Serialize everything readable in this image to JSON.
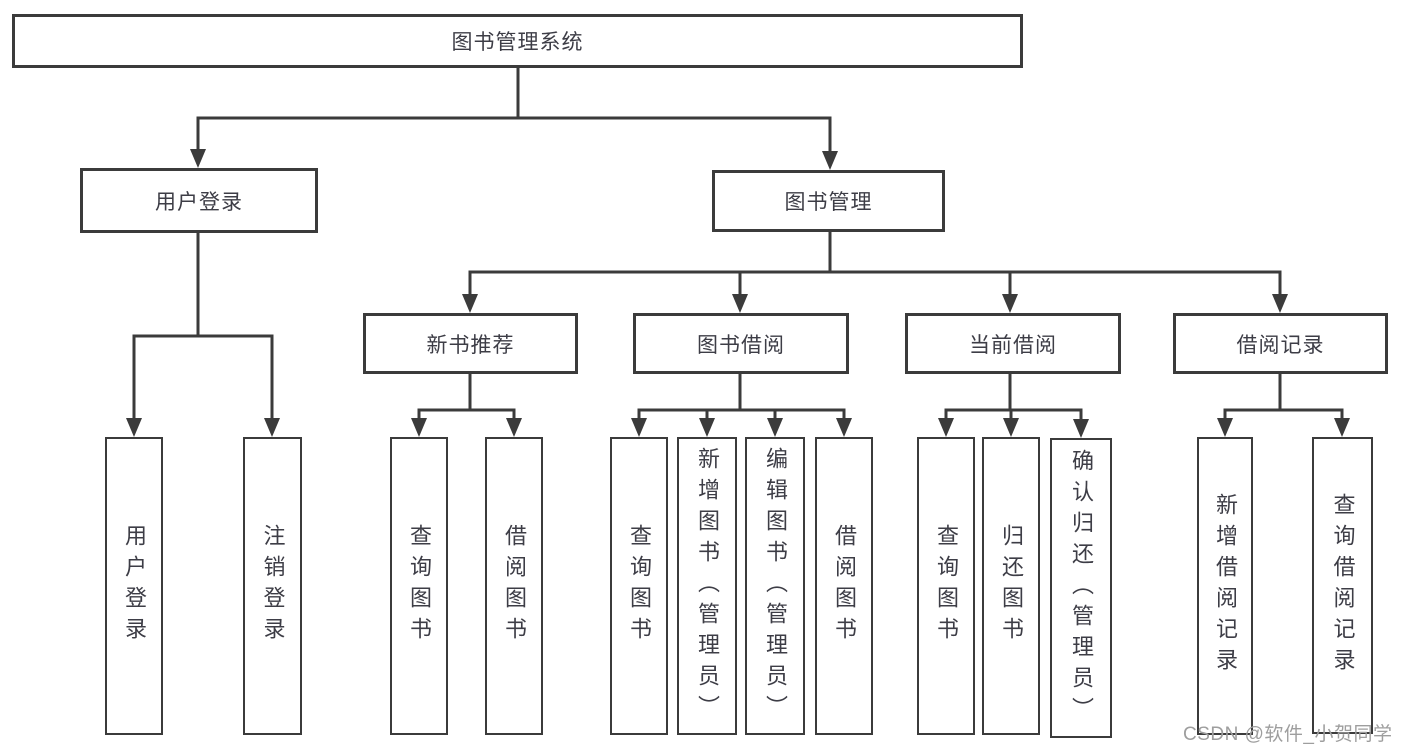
{
  "diagram_type": "hierarchy-tree",
  "colors": {
    "background": "#ffffff",
    "line": "#3b3b3b",
    "box_border": "#3b3b3b",
    "text": "#3d3d46",
    "watermark_text": "#9e9e9e"
  },
  "tree": {
    "label": "图书管理系统",
    "children": [
      {
        "label": "用户登录",
        "children": [
          {
            "label": "用户登录"
          },
          {
            "label": "注销登录"
          }
        ]
      },
      {
        "label": "图书管理",
        "children": [
          {
            "label": "新书推荐",
            "children": [
              {
                "label": "查询图书"
              },
              {
                "label": "借阅图书"
              }
            ]
          },
          {
            "label": "图书借阅",
            "children": [
              {
                "label": "查询图书"
              },
              {
                "label": "新增图书（管理员）"
              },
              {
                "label": "编辑图书（管理员）"
              },
              {
                "label": "借阅图书"
              }
            ]
          },
          {
            "label": "当前借阅",
            "children": [
              {
                "label": "查询图书"
              },
              {
                "label": "归还图书"
              },
              {
                "label": "确认归还（管理员）"
              }
            ]
          },
          {
            "label": "借阅记录",
            "children": [
              {
                "label": "新增借阅记录"
              },
              {
                "label": "查询借阅记录"
              }
            ]
          }
        ]
      }
    ]
  },
  "watermark": "CSDN @软件_小贺同学"
}
